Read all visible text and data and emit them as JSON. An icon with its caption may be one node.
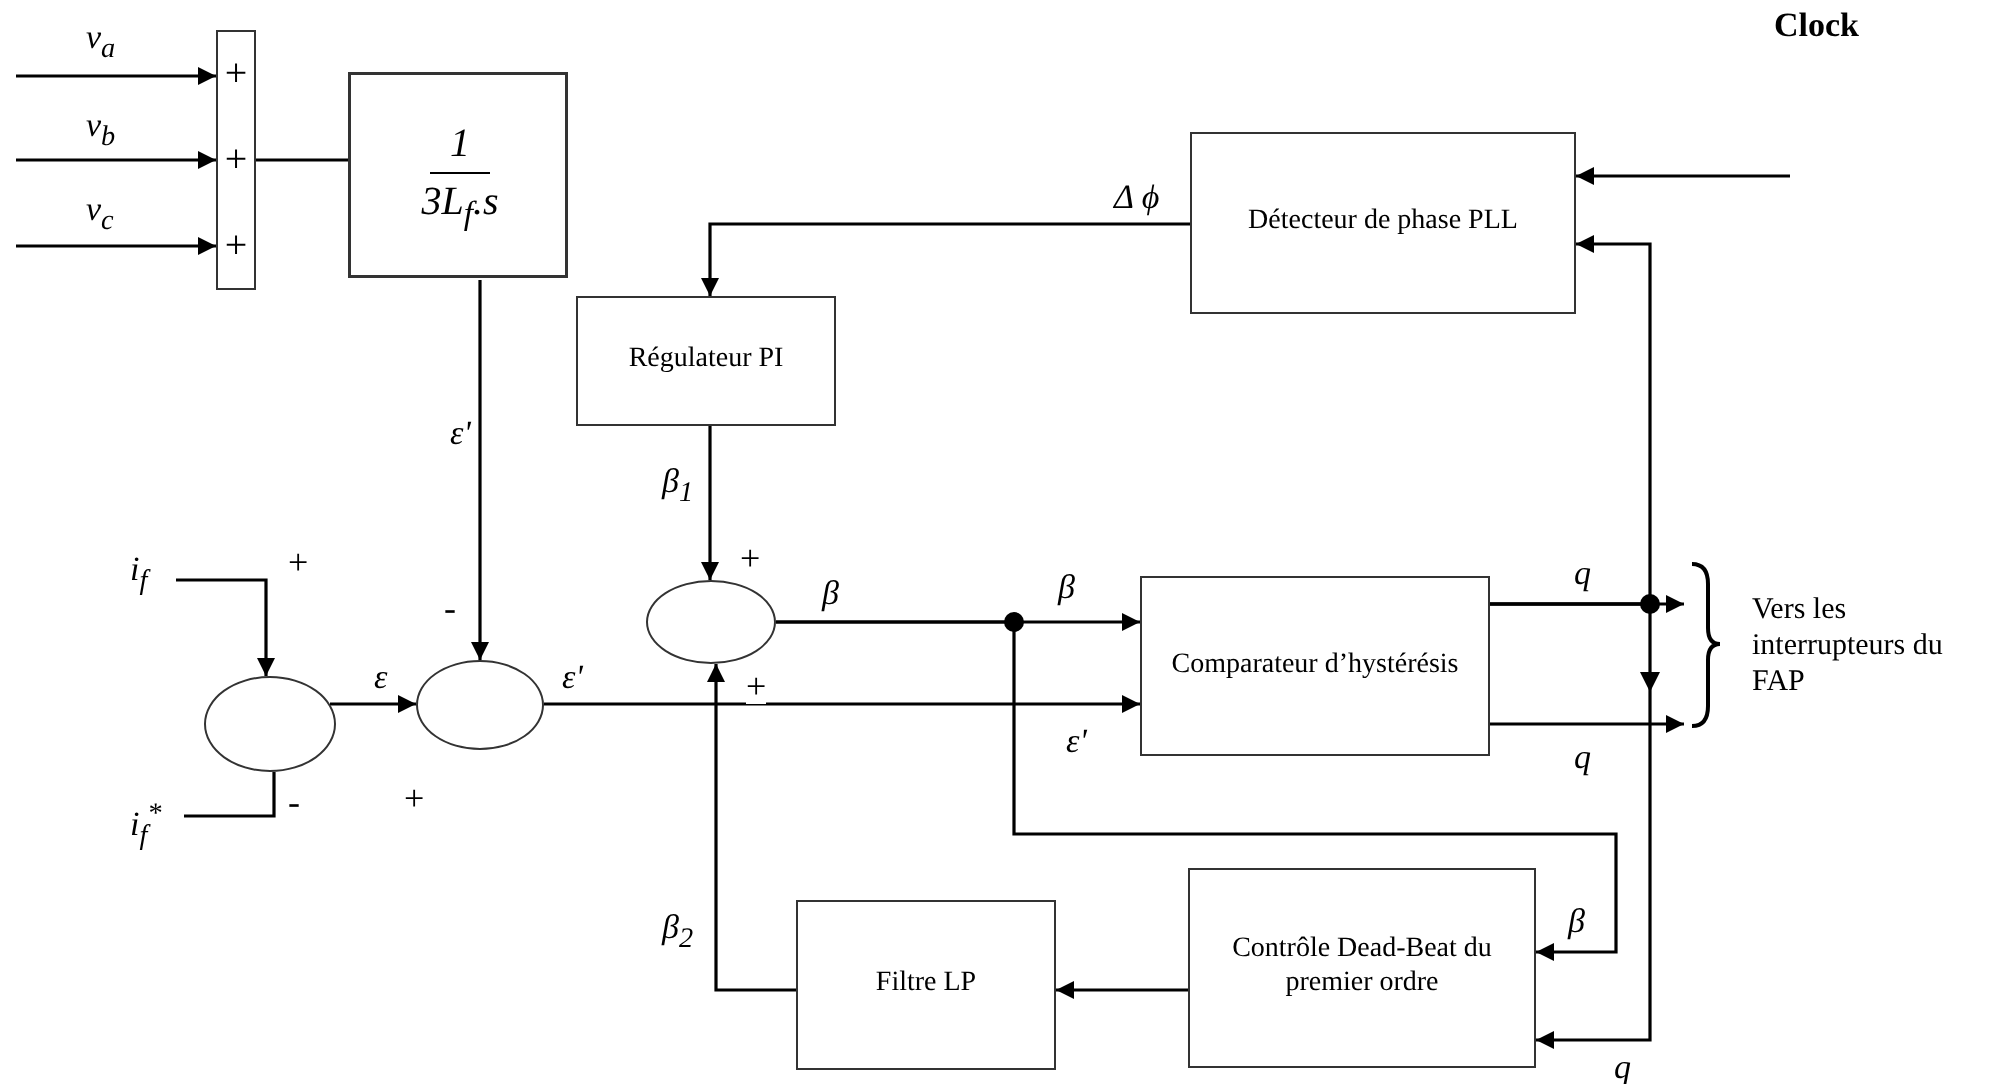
{
  "diagram": {
    "nodes": [
      {
        "text": [
          "+",
          "+",
          "+"
        ]
      },
      {
        "text": [
          "1",
          "3L$_{f}$.s"
        ]
      },
      {
        "text": [
          "Détecteur de phase PLL"
        ]
      },
      {
        "text": [
          "Régulateur PI"
        ]
      },
      {
        "text": [],
        "shape": "circle"
      },
      {
        "text": [],
        "shape": "circle"
      },
      {
        "text": [],
        "shape": "circle"
      },
      {
        "text": [
          "Comparateur d’hystérésis"
        ]
      },
      {
        "text": [
          "Vers les interrupteurs du FAP"
        ]
      },
      {
        "text": [
          "Filtre LP"
        ]
      },
      {
        "text": [
          "Contrôle Dead-Beat du premier ordre"
        ]
      }
    ],
    "edges": [
      {
        "from": null,
        "to": 0,
        "arrow": "to",
        "label": "v$_{a}$"
      },
      {
        "from": null,
        "to": 0,
        "arrow": "to",
        "label": "v$_{b}$"
      },
      {
        "from": null,
        "to": 0,
        "arrow": "to",
        "label": "v$_{c}$"
      },
      {
        "from": 0,
        "to": 1,
        "arrow": "none"
      },
      {
        "from": 1,
        "to": 5,
        "arrow": "to",
        "label": "ε'"
      },
      {
        "from": null,
        "to": 4,
        "arrow": "to",
        "label": "i$_{f}$"
      },
      {
        "from": null,
        "to": 4,
        "arrow": "none",
        "label": "i$_{f}$$^{*}$"
      },
      {
        "from": 4,
        "to": 5,
        "arrow": "to",
        "label": "ε"
      },
      {
        "from": 5,
        "to": 7,
        "arrow": "to",
        "label": "ε'"
      },
      {
        "from": 2,
        "to": 3,
        "arrow": "to",
        "label": "Δ ϕ"
      },
      {
        "from": 3,
        "to": 6,
        "arrow": "to",
        "label": "β$_{1}$"
      },
      {
        "from": 6,
        "to": 7,
        "arrow": "to",
        "label": "β"
      },
      {
        "from": 6,
        "to": 10,
        "arrow": "to",
        "label": "β"
      },
      {
        "from": 10,
        "to": 9,
        "arrow": "to"
      },
      {
        "from": 9,
        "to": 6,
        "arrow": "to",
        "label": "β$_{2}$"
      },
      {
        "from": 7,
        "to": 8,
        "arrow": "to",
        "label": "q"
      },
      {
        "from": 7,
        "to": 8,
        "arrow": "to",
        "label": "q"
      },
      {
        "from": 7,
        "to": 2,
        "arrow": "to"
      },
      {
        "from": 7,
        "to": 10,
        "arrow": "to",
        "label": "q"
      },
      {
        "from": null,
        "to": 2,
        "arrow": "to",
        "label": "Clock"
      }
    ],
    "labels": [
      "+",
      "-",
      "-",
      "+",
      "+",
      "+",
      "β",
      "ε'"
    ]
  }
}
